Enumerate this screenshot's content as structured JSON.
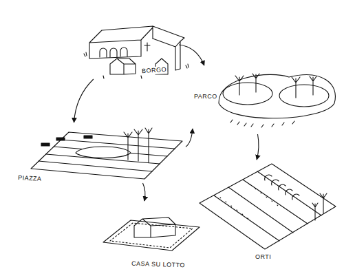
{
  "diagram": {
    "nodes": [
      {
        "text": [
          "BORGO"
        ]
      },
      {
        "text": [
          "PARCO"
        ]
      },
      {
        "text": [
          "PIAZZA"
        ]
      },
      {
        "text": [
          "ORTI"
        ]
      },
      {
        "text": [
          "CASA SU LOTTO"
        ]
      }
    ],
    "edges": [
      {
        "from": 0,
        "to": 2,
        "arrow": "to"
      },
      {
        "from": 0,
        "to": 1,
        "arrow": "to"
      },
      {
        "from": 2,
        "to": 1,
        "arrow": "to"
      },
      {
        "from": 2,
        "to": 4,
        "arrow": "to"
      },
      {
        "from": 1,
        "to": 3,
        "arrow": "to"
      }
    ]
  }
}
